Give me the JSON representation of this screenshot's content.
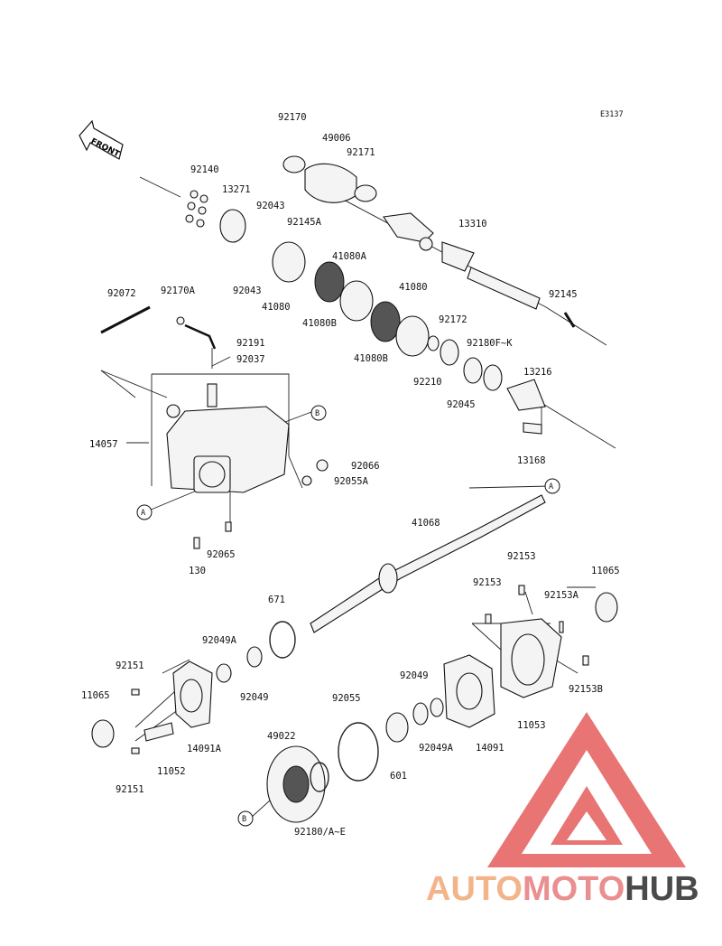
{
  "diagram_ref": "E3137",
  "front_label": "FRONT",
  "watermark": {
    "part1": "AUTO",
    "part2": "MOTO",
    "part3": "HUB",
    "color_triangle": "#e87474"
  },
  "callouts": {
    "a": "A",
    "b": "B"
  },
  "parts": [
    {
      "id": "p92170",
      "label": "92170"
    },
    {
      "id": "p49006",
      "label": "49006"
    },
    {
      "id": "p92171",
      "label": "92171"
    },
    {
      "id": "p92140",
      "label": "92140"
    },
    {
      "id": "p13271",
      "label": "13271"
    },
    {
      "id": "p92043a",
      "label": "92043"
    },
    {
      "id": "p92145A",
      "label": "92145A"
    },
    {
      "id": "p13310",
      "label": "13310"
    },
    {
      "id": "p41080A",
      "label": "41080A"
    },
    {
      "id": "p92043b",
      "label": "92043"
    },
    {
      "id": "p41080a",
      "label": "41080"
    },
    {
      "id": "p41080B",
      "label": "41080B"
    },
    {
      "id": "p41080b",
      "label": "41080"
    },
    {
      "id": "p92145",
      "label": "92145"
    },
    {
      "id": "p92072",
      "label": "92072"
    },
    {
      "id": "p92170A",
      "label": "92170A"
    },
    {
      "id": "p92172",
      "label": "92172"
    },
    {
      "id": "p92191",
      "label": "92191"
    },
    {
      "id": "p92180FK",
      "label": "92180F~K"
    },
    {
      "id": "p41080B2",
      "label": "41080B"
    },
    {
      "id": "p92037",
      "label": "92037"
    },
    {
      "id": "p13216",
      "label": "13216"
    },
    {
      "id": "p92210",
      "label": "92210"
    },
    {
      "id": "p92045",
      "label": "92045"
    },
    {
      "id": "p14057",
      "label": "14057"
    },
    {
      "id": "p13168",
      "label": "13168"
    },
    {
      "id": "p92066",
      "label": "92066"
    },
    {
      "id": "p92055A",
      "label": "92055A"
    },
    {
      "id": "p41068",
      "label": "41068"
    },
    {
      "id": "p92065",
      "label": "92065"
    },
    {
      "id": "p130",
      "label": "130"
    },
    {
      "id": "p92153a",
      "label": "92153"
    },
    {
      "id": "p11065a",
      "label": "11065"
    },
    {
      "id": "p92153b",
      "label": "92153"
    },
    {
      "id": "p92153A",
      "label": "92153A"
    },
    {
      "id": "p671",
      "label": "671"
    },
    {
      "id": "p92049A",
      "label": "92049A"
    },
    {
      "id": "p92151a",
      "label": "92151"
    },
    {
      "id": "p92049b",
      "label": "92049"
    },
    {
      "id": "p92055",
      "label": "92055"
    },
    {
      "id": "p92049c",
      "label": "92049"
    },
    {
      "id": "p92153B",
      "label": "92153B"
    },
    {
      "id": "p11065b",
      "label": "11065"
    },
    {
      "id": "p11053",
      "label": "11053"
    },
    {
      "id": "p14091A",
      "label": "14091A"
    },
    {
      "id": "p92049A2",
      "label": "92049A"
    },
    {
      "id": "p14091",
      "label": "14091"
    },
    {
      "id": "p49022",
      "label": "49022"
    },
    {
      "id": "p11052",
      "label": "11052"
    },
    {
      "id": "p601",
      "label": "601"
    },
    {
      "id": "p92151b",
      "label": "92151"
    },
    {
      "id": "p92180AE",
      "label": "92180/A~E"
    }
  ]
}
